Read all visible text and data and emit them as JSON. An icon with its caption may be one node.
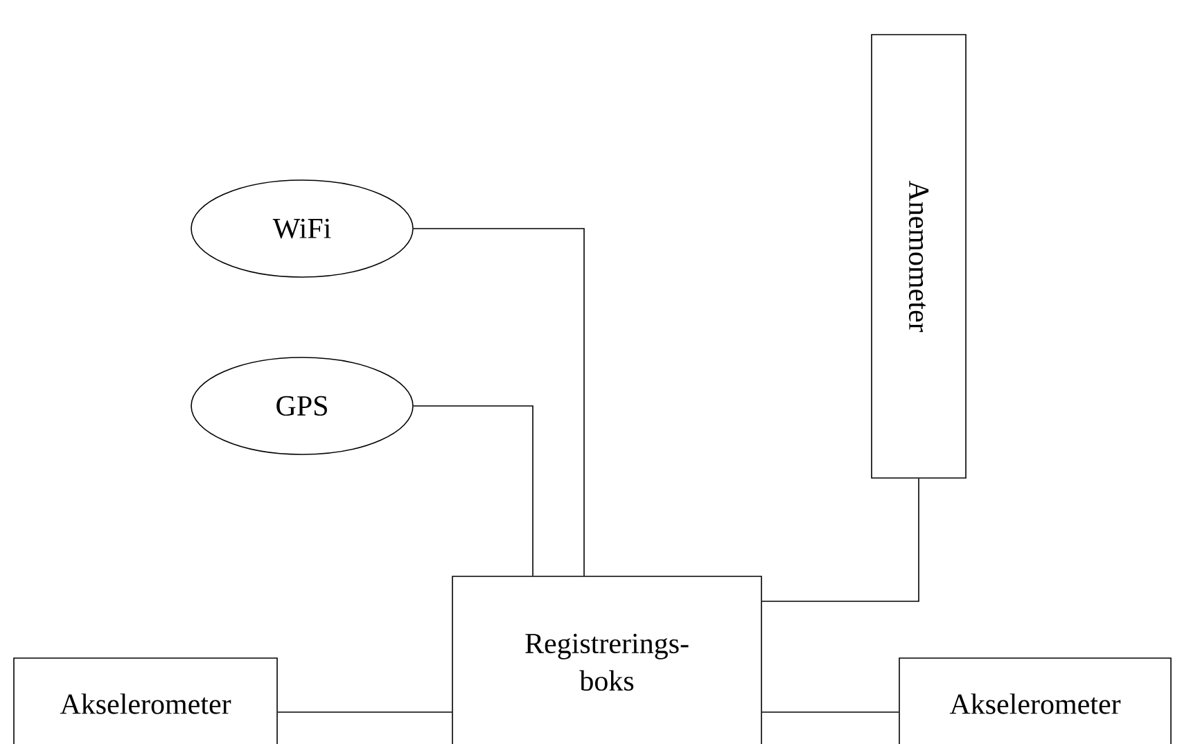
{
  "diagram": {
    "nodes": [
      {
        "text": [
          "WiFi"
        ]
      },
      {
        "text": [
          "GPS"
        ]
      },
      {
        "text": [
          "Anemometer"
        ]
      },
      {
        "text": [
          "Registrerings-boks"
        ]
      },
      {
        "text": [
          "Akselerometer"
        ]
      },
      {
        "text": [
          "Akselerometer"
        ]
      }
    ],
    "edges": [
      {
        "from": 0,
        "to": 3,
        "arrow": "none"
      },
      {
        "from": 1,
        "to": 3,
        "arrow": "none"
      },
      {
        "from": 2,
        "to": 3,
        "arrow": "none"
      },
      {
        "from": 4,
        "to": 3,
        "arrow": "none"
      },
      {
        "from": 3,
        "to": 5,
        "arrow": "none"
      }
    ]
  }
}
